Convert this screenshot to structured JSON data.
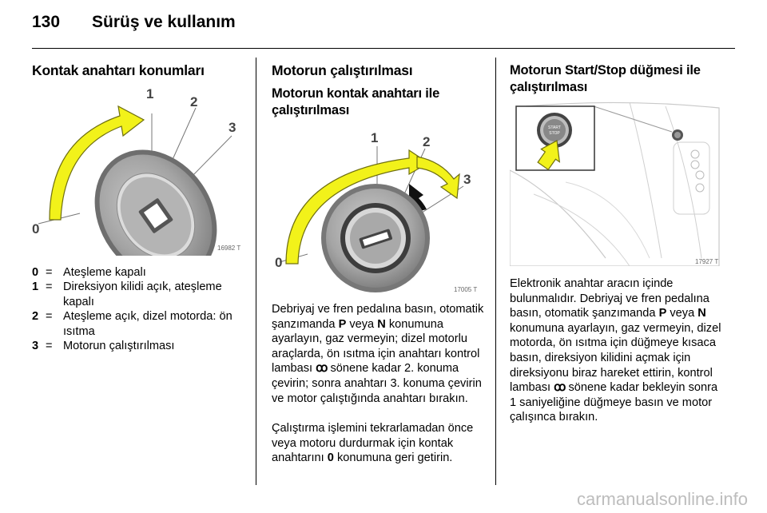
{
  "header": {
    "page_number": "130",
    "chapter_title": "Sürüş ve kullanım"
  },
  "col1": {
    "heading": "Kontak anahtarı konumları",
    "figure": {
      "labels": [
        "0",
        "1",
        "2",
        "3"
      ],
      "number": "16982 T"
    },
    "legend": [
      {
        "key": "0",
        "eq": "=",
        "text": "Ateşleme kapalı"
      },
      {
        "key": "1",
        "eq": "=",
        "text": "Direksiyon kilidi açık, ateşleme kapalı"
      },
      {
        "key": "2",
        "eq": "=",
        "text": "Ateşleme açık, dizel motorda: ön ısıtma"
      },
      {
        "key": "3",
        "eq": "=",
        "text": "Motorun çalıştırılması"
      }
    ]
  },
  "col2": {
    "heading": "Motorun çalıştırılması",
    "subheading_1": "Motorun kontak anahtarı ile",
    "subheading_2": "çalıştırılması",
    "figure": {
      "labels": [
        "0",
        "1",
        "2",
        "3"
      ],
      "number": "17005 T"
    },
    "para1": {
      "a": "Debriyaj ve fren pedalına basın, otomatik şanzımanda ",
      "b": "P",
      "c": " veya ",
      "d": "N",
      "e": " konumuna ayarlayın, gaz vermeyin; dizel motorlu araçlarda, ön ısıtma için anahtarı kontrol lambası ",
      "f": "ꝏ",
      "g": " sönene kadar 2. konuma çevirin; sonra anahtarı 3. konuma çevirin ve motor çalıştığında anahtarı bırakın."
    },
    "para2": {
      "a": "Çalıştırma işlemini tekrarlamadan önce veya motoru durdurmak için kontak anahtarını ",
      "b": "0",
      "c": " konumuna geri getirin."
    }
  },
  "col3": {
    "heading_1": "Motorun Start/Stop düğmesi ile",
    "heading_2": "çalıştırılması",
    "figure": {
      "button_text_1": "START",
      "button_text_2": "STOP",
      "number": "17927 T"
    },
    "para": {
      "a": "Elektronik anahtar aracın içinde bulunmalıdır. Debriyaj ve fren pedalına basın, otomatik şanzımanda ",
      "b": "P",
      "c": " veya ",
      "d": "N",
      "e": " konumuna ayarlayın, gaz vermeyin, dizel motorda, ön ısıtma için düğmeye kısaca basın, direksiyon kilidini açmak için direksiyonu biraz hareket ettirin, kontrol lambası ",
      "f": "ꝏ",
      "g": " sönene kadar bekleyin sonra 1 saniyeliğine düğmeye basın ve motor çalışınca bırakın."
    }
  },
  "footer": {
    "watermark": "carmanualsonline.info"
  },
  "colors": {
    "arrow_fill": "#f2f21a",
    "arrow_stroke": "#6f6f10",
    "dial_gray": "#9a9a9a"
  }
}
